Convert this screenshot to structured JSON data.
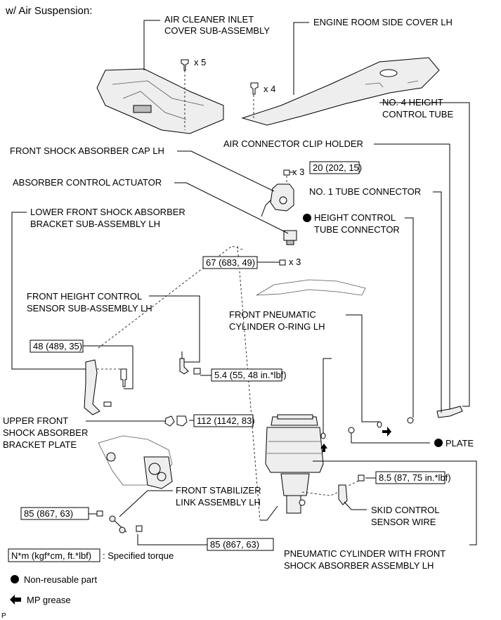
{
  "header": {
    "title": "w/ Air Suspension:"
  },
  "labels": {
    "air_cleaner_l1": "AIR CLEANER INLET",
    "air_cleaner_l2": "COVER SUB-ASSEMBLY",
    "engine_room_cover": "ENGINE ROOM SIDE COVER LH",
    "no4_height_l1": "NO. 4 HEIGHT",
    "no4_height_l2": "CONTROL TUBE",
    "air_connector_clip": "AIR CONNECTOR CLIP HOLDER",
    "front_shock_cap": "FRONT SHOCK ABSORBER CAP LH",
    "absorber_actuator": "ABSORBER CONTROL ACTUATOR",
    "no1_tube_connector": "NO. 1 TUBE CONNECTOR",
    "height_control_l1": "HEIGHT CONTROL",
    "height_control_l2": "TUBE CONNECTOR",
    "lower_bracket_l1": "LOWER FRONT SHOCK ABSORBER",
    "lower_bracket_l2": "BRACKET SUB-ASSEMBLY LH",
    "height_sensor_l1": "FRONT HEIGHT CONTROL",
    "height_sensor_l2": "SENSOR SUB-ASSEMBLY LH",
    "oring_l1": "FRONT PNEUMATIC",
    "oring_l2": "CYLINDER O-RING LH",
    "upper_plate_l1": "UPPER FRONT",
    "upper_plate_l2": "SHOCK ABSORBER",
    "upper_plate_l3": "BRACKET PLATE",
    "plate": "PLATE",
    "stabilizer_l1": "FRONT STABILIZER",
    "stabilizer_l2": "LINK ASSEMBLY LH",
    "skid_l1": "SKID CONTROL",
    "skid_l2": "SENSOR WIRE",
    "cylinder_l1": "PNEUMATIC CYLINDER WITH FRONT",
    "cylinder_l2": "SHOCK ABSORBER ASSEMBLY LH"
  },
  "quantities": {
    "x5": "x 5",
    "x4": "x 4",
    "x3a": "x 3",
    "x3b": "x 3"
  },
  "torques": {
    "t_cap": "20 (202, 15)",
    "t_67": "67 (683, 49)",
    "t_48": "48 (489, 35)",
    "t_54": "5.4 (55, 48 in.*lbf)",
    "t_112": "112 (1142, 83)",
    "t_85a": "85 (867, 63)",
    "t_85b": "85 (867, 63)",
    "t_85c": "8.5 (87, 75 in.*lbf)"
  },
  "legend": {
    "torque_unit": "N*m (kgf*cm, ft.*lbf)",
    "torque_desc": ": Specified torque",
    "nonreusable": "Non-reusable part",
    "grease": "MP grease"
  },
  "footer": {
    "code": "P"
  }
}
